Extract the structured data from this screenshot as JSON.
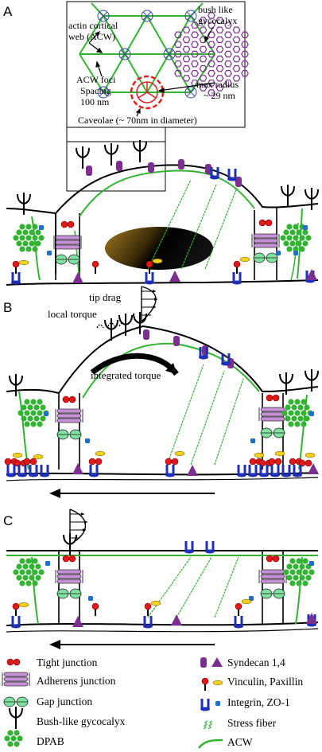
{
  "panels": [
    "A",
    "B",
    "C"
  ],
  "inset": {
    "actin_cortical_web": "actin cortical\nweb (ACW)",
    "bush_like_gycocalyx": "bush like\ngycocalyx",
    "acw_foci": "ACW foci\nSpacing\n100 nm",
    "max_radius": "max radius\n~ 29 nm",
    "caveolae": "Caveolae (~ 70nm in diameter)"
  },
  "panel_b": {
    "tip_drag": "tip drag",
    "local_torque": "local torque",
    "integrated_torque": "integrated torque"
  },
  "legend": [
    {
      "label": "Tight junction",
      "icon": "tight-junction-icon"
    },
    {
      "label": "Syndecan 1,4",
      "icon": "syndecan-icon"
    },
    {
      "label": "Adherens junction",
      "icon": "adherens-junction-icon"
    },
    {
      "label": "Vinculin, Paxillin",
      "icon": "vinculin-paxillin-icon"
    },
    {
      "label": "Gap junction",
      "icon": "gap-junction-icon"
    },
    {
      "label": "Integrin, ZO-1",
      "icon": "integrin-zo1-icon"
    },
    {
      "label": "Bush-like gycocalyx",
      "icon": "glycocalyx-icon"
    },
    {
      "label": "Stress fiber",
      "icon": "stress-fiber-icon"
    },
    {
      "label": "DPAB",
      "icon": "dpab-icon"
    },
    {
      "label": "ACW",
      "icon": "acw-icon"
    }
  ],
  "colors": {
    "acw": "#33b233",
    "syndecan": "#7b2f8e",
    "tight_junction": "#e01818",
    "adherens": "#c690d6",
    "gap": "#7fe0a0",
    "integrin": "#1f2fb8",
    "paxillin": "#f2d020",
    "caveolae": "#e02020",
    "nucleus": "#8a6a1a"
  }
}
